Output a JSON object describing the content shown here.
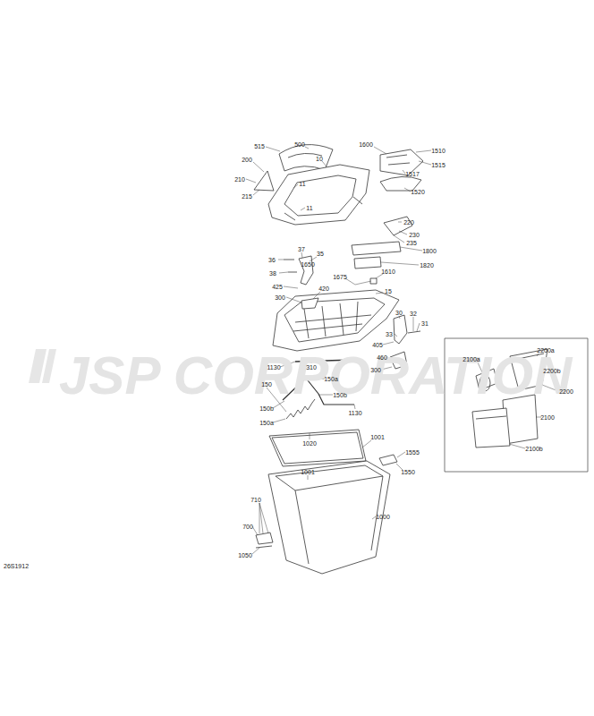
{
  "diagram": {
    "labels": [
      "515",
      "500",
      "1600",
      "1510",
      "200",
      "10",
      "1515",
      "1517",
      "210",
      "11",
      "1520",
      "215",
      "11",
      "220",
      "230",
      "235",
      "37",
      "1800",
      "36",
      "35",
      "1650",
      "1820",
      "38",
      "1675",
      "1610",
      "425",
      "420",
      "15",
      "300",
      "30",
      "32",
      "31",
      "33",
      "405",
      "460",
      "300",
      "1130",
      "310",
      "2100a",
      "2200a",
      "2200b",
      "2200",
      "2100",
      "2100b",
      "150a",
      "150",
      "150b",
      "150b",
      "1130",
      "150a",
      "1020",
      "1001",
      "1555",
      "1001",
      "1550",
      "710",
      "1000",
      "700",
      "1050",
      "26S1912",
      "JSP CORPORATION"
    ]
  }
}
